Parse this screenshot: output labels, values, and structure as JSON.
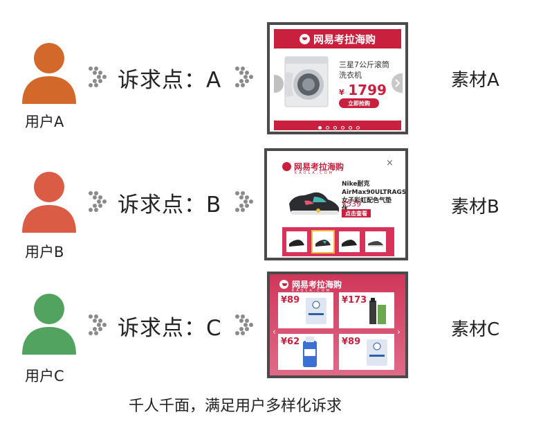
{
  "rows": [
    {
      "user_label": "用户A",
      "user_color": "#D2692A",
      "appeal": "诉求点：A",
      "material_label": "素材A",
      "ad": {
        "brand": "网易考拉海购",
        "product_title": "三星7公斤滚筒洗衣机",
        "currency": "¥",
        "price": "1799",
        "cta": "立即抢购",
        "carousel_dots": 6,
        "active_dot": 0,
        "theme_color": "#C8203E"
      }
    },
    {
      "user_label": "用户B",
      "user_color": "#DA5C45",
      "appeal": "诉求点：B",
      "material_label": "素材B",
      "ad": {
        "brand": "网易考拉海购",
        "brand_sub": "KAOLA.COM",
        "close_glyph": "×",
        "product_title": "Nike耐克AirMax90ULTRAGS女子彩虹配色气垫休...",
        "price": "¥539",
        "cta": "点击查看",
        "thumbnails": 4,
        "theme_color": "#C8203E"
      }
    },
    {
      "user_label": "用户C",
      "user_color": "#52A35F",
      "appeal": "诉求点：C",
      "material_label": "素材C",
      "ad": {
        "brand": "网易考拉海购",
        "brand_sub": "KAOLA.COM",
        "tiles": [
          {
            "price": "¥89"
          },
          {
            "price": "¥173"
          },
          {
            "price": "¥62"
          },
          {
            "price": "¥89"
          }
        ],
        "theme_color": "#D0375A"
      }
    }
  ],
  "footer": "千人千面，满足用户多样化诉求"
}
